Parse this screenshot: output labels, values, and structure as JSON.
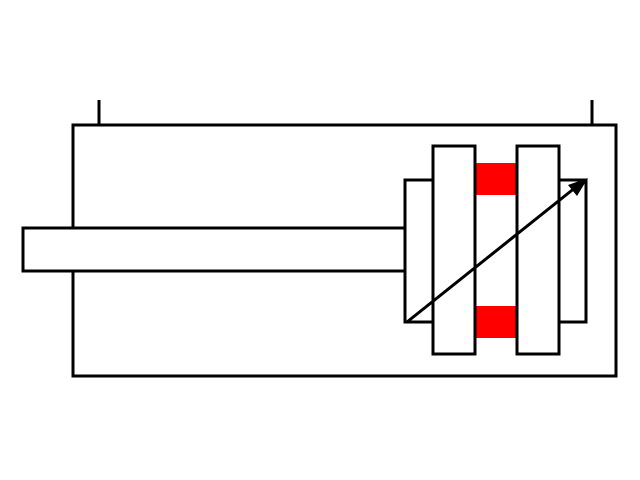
{
  "diagram": {
    "title": "",
    "colors": {
      "stroke": "#000000",
      "background": "#ffffff",
      "seal": "#ff0000"
    },
    "components": [
      "cylinder-body",
      "port-left",
      "port-right",
      "piston-rod",
      "piston-plate-left",
      "piston-plate-right",
      "piston-back-plate",
      "seal-top",
      "seal-bottom",
      "adjustment-arrow"
    ]
  }
}
